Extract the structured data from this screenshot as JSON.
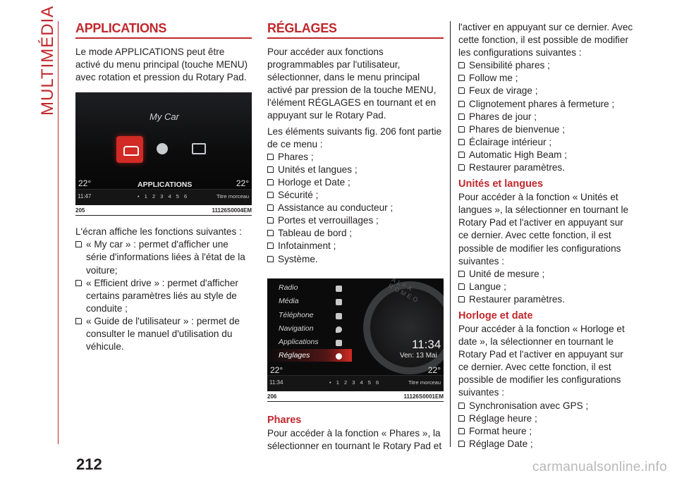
{
  "side_label": "MULTIMÉDIA",
  "colors": {
    "accent": "#c1272d",
    "text": "#231f20"
  },
  "col1": {
    "title": "APPLICATIONS",
    "intro": "Le mode APPLICATIONS peut être activé du menu principal (touche MENU) avec rotation et pression du Rotary Pad.",
    "figure": {
      "screen_title": "My Car",
      "temp_left": "22°",
      "temp_right": "22°",
      "label": "APPLICATIONS",
      "time": "11:47",
      "presets": "• 1 2 3 4 5 6",
      "track": "Titre morceau",
      "number": "205",
      "code": "11126S0004EM"
    },
    "functions_intro": "L'écran affiche les fonctions suivantes :",
    "functions": [
      "« My car » : permet d'afficher une série d'informations liées à l'état de la voiture;",
      "« Efficient drive » : permet d'afficher certains paramètres liés au style de conduite ;",
      "« Guide de l'utilisateur » : permet de consulter le manuel d'utilisation du véhicule."
    ]
  },
  "col2": {
    "title": "RÉGLAGES",
    "intro": "Pour accéder aux fonctions programmables par l'utilisateur, sélectionner, dans le menu principal activé par pression de la touche MENU, l'élément RÉGLAGES en tournant et en appuyant sur le Rotary Pad.",
    "elements_intro": "Les éléments suivants fig. 206 font partie de ce menu :",
    "elements": [
      "Phares ;",
      "Unités et langues ;",
      "Horloge et Date ;",
      "Sécurité ;",
      "Assistance au conducteur ;",
      "Portes et verrouillages ;",
      "Tableau de bord ;",
      "Infotainment ;",
      "Système."
    ],
    "figure": {
      "menu": [
        "Radio",
        "Média",
        "Téléphone",
        "Navigation",
        "Applications",
        "Réglages"
      ],
      "logo_text": "ALFA ROMEO",
      "clock": "11:34",
      "date": "Ven: 13 Mai",
      "temp_left": "22°",
      "temp_right": "22°",
      "time": "11:34",
      "presets": "• 1 2 3 4 5 6",
      "track": "Titre morceau",
      "number": "206",
      "code": "11126S0001EM"
    },
    "phares_title": "Phares",
    "phares_text": "Pour accéder à la fonction « Phares », la sélectionner en tournant le Rotary Pad et"
  },
  "col3": {
    "cont_text": "l'activer en appuyant sur ce dernier. Avec cette fonction, il est possible de modifier les configurations suivantes :",
    "phares_items": [
      "Sensibilité phares ;",
      "Follow me ;",
      "Feux de virage ;",
      "Clignotement phares à fermeture ;",
      "Phares de jour ;",
      "Phares de bienvenue ;",
      "Éclairage intérieur ;",
      "Automatic High Beam ;",
      "Restaurer paramètres."
    ],
    "unites_title": "Unités et langues",
    "unites_text": "Pour accéder à la fonction « Unités et langues », la sélectionner en tournant le Rotary Pad et l'activer en appuyant sur ce dernier. Avec cette fonction, il est possible de modifier les configurations suivantes :",
    "unites_items": [
      "Unité de mesure ;",
      "Langue ;",
      "Restaurer paramètres."
    ],
    "horloge_title": "Horloge et date",
    "horloge_text": "Pour accéder à la fonction « Horloge et date », la sélectionner en tournant le Rotary Pad et l'activer en appuyant sur ce dernier. Avec cette fonction, il est possible de modifier les configurations suivantes :",
    "horloge_items": [
      "Synchronisation avec GPS ;",
      "Réglage heure ;",
      "Format heure ;",
      "Réglage Date ;"
    ]
  },
  "page_number": "212",
  "watermark": "carmanualsonline.info"
}
